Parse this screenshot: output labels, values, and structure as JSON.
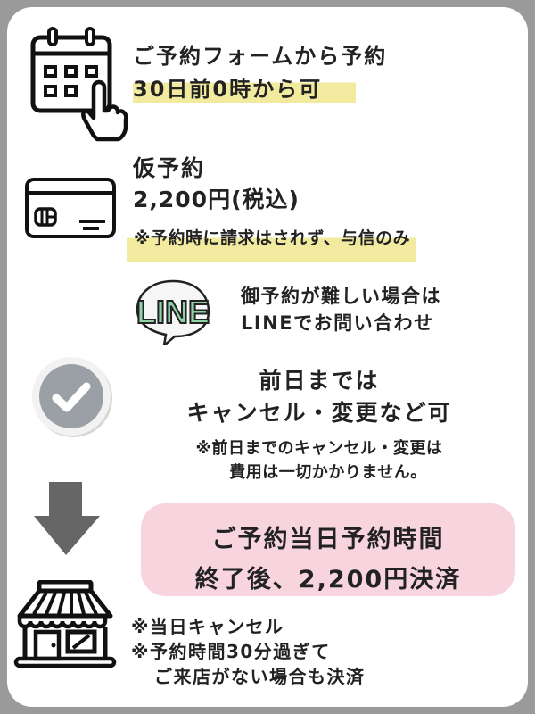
{
  "colors": {
    "frame": "#9a9a9a",
    "highlight": "#f1ea9f",
    "pink_box": "#f7d4de",
    "check_gray": "#9aa0a6",
    "arrow_gray": "#666666",
    "line_green": "#8fd3a4"
  },
  "step1": {
    "icon": "calendar-tap-icon",
    "line1": "ご予約フォームから予約",
    "line2": "30日前0時から可"
  },
  "step2": {
    "icon": "credit-card-icon",
    "line1": "仮予約",
    "line2": "2,200円(税込)",
    "note": "※予約時に請求はされず、与信のみ"
  },
  "line_contact": {
    "icon": "line-logo-icon",
    "icon_text": "LINE",
    "line1": "御予約が難しい場合は",
    "line2": "LINEでお問い合わせ"
  },
  "step3": {
    "icon": "check-circle-icon",
    "line1": "前日までは",
    "line2": "キャンセル・変更など可",
    "note1": "※前日までのキャンセル・変更は",
    "note2": "費用は一切かかりません。"
  },
  "step4": {
    "arrow_icon": "arrow-down-icon",
    "box_line1": "ご予約当日予約時間",
    "box_line2": "終了後、2,200円決済"
  },
  "step5": {
    "icon": "shop-icon",
    "note1": "※当日キャンセル",
    "note2": "※予約時間30分過ぎて",
    "note3": "ご来店がない場合も決済"
  }
}
